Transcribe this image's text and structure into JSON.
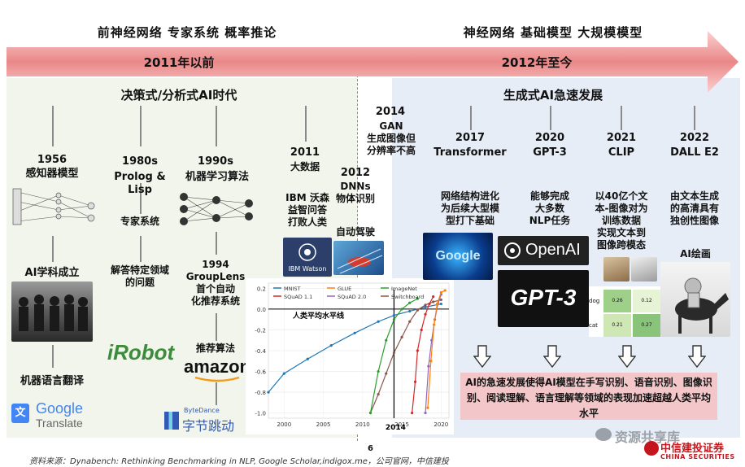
{
  "top_labels": {
    "left": "前神经网络  专家系统  概率推论",
    "right": "神经网络  基础模型  大规模模型"
  },
  "arrow": {
    "left_label": "2011年以前",
    "right_label": "2012年至今"
  },
  "era": {
    "left_title": "决策式/分析式AI时代",
    "right_title": "生成式AI急速发展"
  },
  "milestones": {
    "m1956": {
      "year": "1956",
      "desc": "感知器模型",
      "below": "AI学科成立",
      "bottom": "机器语言翻译"
    },
    "m1980s": {
      "year": "1980s",
      "desc": "Prolog &\nLisp",
      "below": "专家系统",
      "bottom": "解答特定领域\n的问题"
    },
    "m1990s": {
      "year": "1990s",
      "desc": "机器学习算法",
      "below": "1994\nGroupLens\n首个自动\n化推荐系统",
      "bottom": "推荐算法"
    },
    "m2011": {
      "year": "2011",
      "desc": "大数据",
      "below": "IBM 沃森\n益智问答\n打败人类"
    },
    "m2012": {
      "year": "2012",
      "desc": "DNNs\n物体识别",
      "below": "自动驾驶"
    },
    "m2014": {
      "year": "2014",
      "desc": "GAN\n生成图像但\n分辨率不高"
    },
    "m2017": {
      "year": "2017",
      "desc": "Transformer",
      "below": "网络结构进化\n为后续大型模\n型打下基础"
    },
    "m2020": {
      "year": "2020",
      "desc": "GPT-3",
      "below": "能够完成\n大多数\nNLP任务"
    },
    "m2021": {
      "year": "2021",
      "desc": "CLIP",
      "below": "以40亿个文\n本-图像对为\n训练数据\n实现文本到\n图像跨模态"
    },
    "m2022": {
      "year": "2022",
      "desc": "DALL E2",
      "below": "由文本生成\n的高清具有\n独创性图像",
      "bottom": "AI绘画"
    }
  },
  "logos": {
    "irobot": "iRobot",
    "amazon": "amazon",
    "google_translate_1": "Google",
    "google_translate_2": "Translate",
    "bytedance_small": "ByteDance",
    "bytedance_big": "字节跳动",
    "watson": "IBM Watson",
    "openai": "OpenAI",
    "gpt3": "GPT-3",
    "google_blue": "Google"
  },
  "chart_data": {
    "type": "line",
    "legend": [
      "MNIST",
      "GLUE",
      "ImageNet",
      "SQuAD 1.1",
      "SQuAD 2.0",
      "Switchboard"
    ],
    "annotation": "人类平均水平线",
    "marker_label": "2014",
    "x_ticks": [
      "2000",
      "2005",
      "2010",
      "2015",
      "2020"
    ],
    "y_ticks": [
      "0.2",
      "0.0",
      "-0.2",
      "-0.4",
      "-0.6",
      "-0.8",
      "-1.0"
    ],
    "xlim": [
      1998,
      2021
    ],
    "ylim": [
      -1.05,
      0.25
    ],
    "colors": [
      "#1f77b4",
      "#ff7f0e",
      "#2ca02c",
      "#d62728",
      "#9467bd",
      "#8c564b"
    ],
    "series": [
      {
        "name": "MNIST",
        "x": [
          1998,
          2000,
          2003,
          2006,
          2009,
          2012,
          2014,
          2016,
          2018,
          2020
        ],
        "y": [
          -0.8,
          -0.62,
          -0.48,
          -0.35,
          -0.23,
          -0.12,
          -0.06,
          -0.02,
          0.02,
          0.05
        ]
      },
      {
        "name": "Switchboard",
        "x": [
          2011,
          2012,
          2013,
          2014,
          2015,
          2016,
          2017,
          2018,
          2019,
          2020
        ],
        "y": [
          -1.0,
          -0.82,
          -0.62,
          -0.42,
          -0.27,
          -0.12,
          -0.01,
          0.04,
          0.07,
          0.09
        ]
      },
      {
        "name": "ImageNet",
        "x": [
          2011,
          2012,
          2013,
          2014,
          2015,
          2016,
          2017
        ],
        "y": [
          -1.0,
          -0.6,
          -0.3,
          -0.1,
          0.0,
          0.06,
          0.1
        ]
      },
      {
        "name": "SQuAD 1.1",
        "x": [
          2016.3,
          2016.7,
          2017,
          2017.5,
          2018,
          2018.5,
          2019
        ],
        "y": [
          -1.0,
          -0.7,
          -0.4,
          -0.2,
          -0.05,
          0.05,
          0.12
        ]
      },
      {
        "name": "SQuAD 2.0",
        "x": [
          2018,
          2018.4,
          2018.8,
          2019.2,
          2019.6,
          2020
        ],
        "y": [
          -1.0,
          -0.55,
          -0.3,
          -0.1,
          0.05,
          0.14
        ]
      },
      {
        "name": "GLUE",
        "x": [
          2018.3,
          2018.7,
          2019.1,
          2019.5,
          2020,
          2020.5
        ],
        "y": [
          -0.95,
          -0.5,
          -0.15,
          0.05,
          0.16,
          0.18
        ]
      }
    ]
  },
  "conclusion": "AI的急速发展使得AI模型在手写识别、语音识别、图像识别、阅读理解、语言理解等领域的表现加速超越人类平均水平",
  "footer": {
    "source": "资料来源：Dynabench: Rethinking Benchmarking in NLP, Google Scholar,indigox.me，公司官网，中信建投",
    "page": "6",
    "wechat": "资源共享库",
    "company_cn": "中信建投证券",
    "company_en": "CHINA SECURITIES"
  },
  "clip_table": {
    "r1": "dog",
    "r2": "cat",
    "v11": "0.26",
    "v12": "0.12",
    "v21": "0.21",
    "v22": "0.27"
  }
}
